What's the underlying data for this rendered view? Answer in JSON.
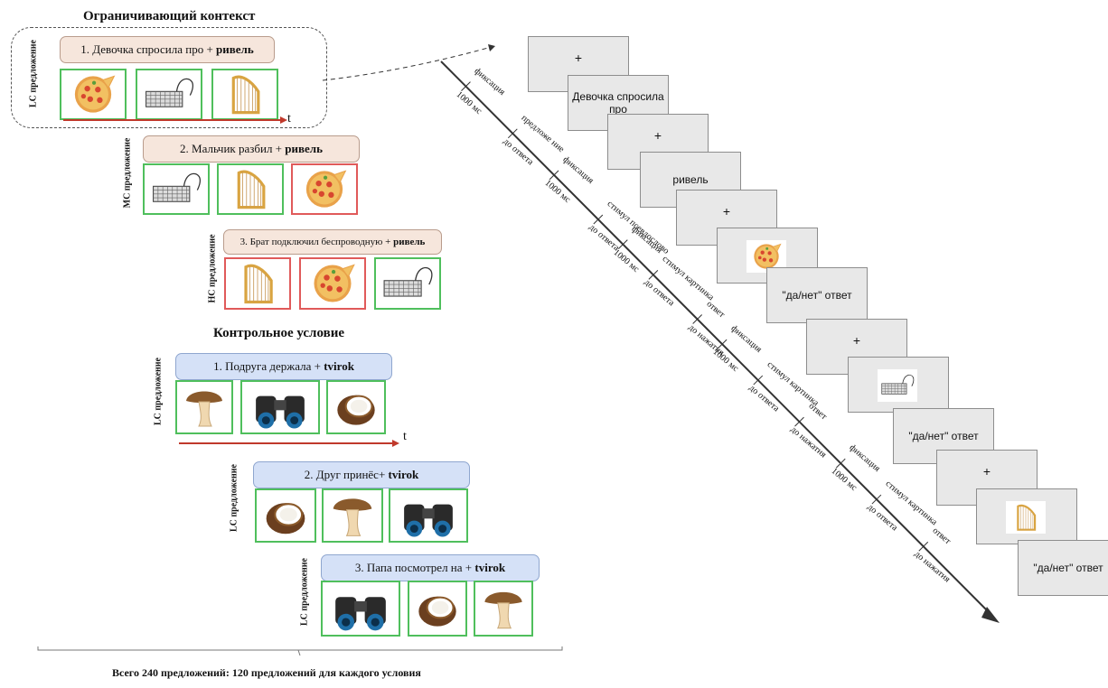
{
  "experimental": {
    "title": "Ограничивающий контекст",
    "items": [
      {
        "label": "LC предложение",
        "sentence": "1. Девочка спросила про + ",
        "target": "ривель",
        "pictures": [
          "pizza-icon",
          "keyboard-icon",
          "harp-icon"
        ],
        "frames": [
          "green",
          "green",
          "green"
        ]
      },
      {
        "label": "MC предложение",
        "sentence": "2. Мальчик разбил + ",
        "target": "ривель",
        "pictures": [
          "keyboard-icon",
          "harp-icon",
          "pizza-icon"
        ],
        "frames": [
          "green",
          "green",
          "red"
        ]
      },
      {
        "label": "HC предложение",
        "sentence": "3. Брат подключил беспроводную + ",
        "target": "ривель",
        "pictures": [
          "harp-icon",
          "pizza-icon",
          "keyboard-icon"
        ],
        "frames": [
          "red",
          "red",
          "green"
        ]
      }
    ]
  },
  "control": {
    "title": "Контрольное условие",
    "items": [
      {
        "label": "LC предложение",
        "sentence": "1. Подруга держала + ",
        "target": "tvirok",
        "pictures": [
          "mushroom-icon",
          "binoculars-icon",
          "coconut-icon"
        ],
        "frames": [
          "green",
          "green",
          "green"
        ]
      },
      {
        "label": "LC предложение",
        "sentence": "2. Друг принёс+ ",
        "target": "tvirok",
        "pictures": [
          "coconut-icon",
          "mushroom-icon",
          "binoculars-icon"
        ],
        "frames": [
          "green",
          "green",
          "green"
        ]
      },
      {
        "label": "LC предложение",
        "sentence": "3. Папа посмотрел на + ",
        "target": "tvirok",
        "pictures": [
          "binoculars-icon",
          "coconut-icon",
          "mushroom-icon"
        ],
        "frames": [
          "green",
          "green",
          "green"
        ]
      }
    ]
  },
  "time_axis_label": "t",
  "footer": "Всего 240 предложений: 120 предложений для каждого условия",
  "screens": [
    {
      "content": "+"
    },
    {
      "content": "Девочка спросила про"
    },
    {
      "content": "+"
    },
    {
      "content": "ривель"
    },
    {
      "content": "+"
    },
    {
      "content": "pizza-icon"
    },
    {
      "content": "\"да/нет\" ответ"
    },
    {
      "content": "+"
    },
    {
      "content": "keyboard-icon"
    },
    {
      "content": "\"да/нет\" ответ"
    },
    {
      "content": "+"
    },
    {
      "content": "harp-icon"
    },
    {
      "content": "\"да/нет\" ответ"
    }
  ],
  "timeline_labels": [
    {
      "top": "фиксация",
      "bottom": "1000 мс"
    },
    {
      "top": "предложе ние",
      "bottom": "до ответа"
    },
    {
      "top": "фиксация",
      "bottom": "1000 мс"
    },
    {
      "top": "стимул псевдослово",
      "bottom": "до ответа"
    },
    {
      "top": "фиксация",
      "bottom": "1000 мс"
    },
    {
      "top": "стимул картинка",
      "bottom": "до ответа"
    },
    {
      "top": "ответ",
      "bottom": "до нажатия"
    },
    {
      "top": "фиксация",
      "bottom": "1000 мс"
    },
    {
      "top": "стимул картинка",
      "bottom": "до ответа"
    },
    {
      "top": "ответ",
      "bottom": "до нажатия"
    },
    {
      "top": "фиксация",
      "bottom": "1000 мс"
    },
    {
      "top": "стимул картинка",
      "bottom": "до ответа"
    },
    {
      "top": "ответ",
      "bottom": "до нажатия"
    }
  ]
}
